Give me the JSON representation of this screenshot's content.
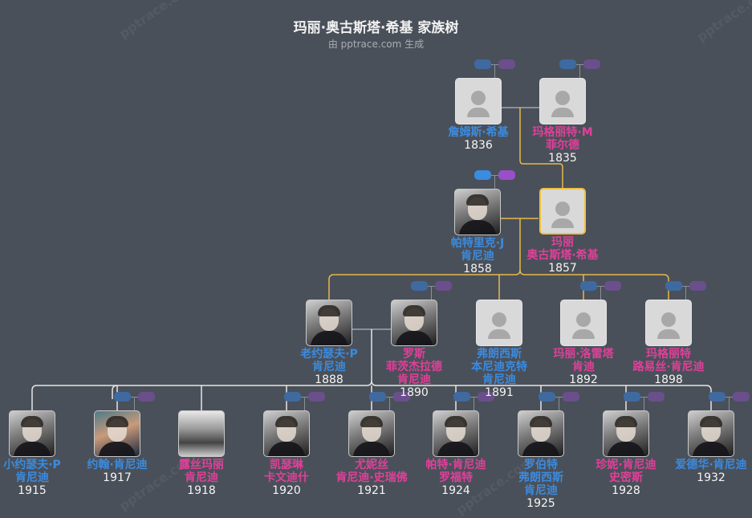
{
  "header": {
    "title": "玛丽·奥古斯塔·希基 家族树",
    "subtitle": "由 pptrace.com 生成"
  },
  "watermark": "pptrace.com",
  "colors": {
    "background": "#4a5059",
    "male": "#3b8be0",
    "female": "#e0409a",
    "highlight_border": "#f0c040",
    "line_gold": "#e8b84a",
    "line_gray": "#a0a5ab"
  },
  "people": {
    "james": {
      "name1": "詹姆斯·希基",
      "name2": "",
      "year": "1836",
      "gender": "m",
      "photo": "placeholder"
    },
    "margaret_m": {
      "name1": "玛格丽特·M",
      "name2": "菲尔德",
      "year": "1835",
      "gender": "f",
      "photo": "placeholder"
    },
    "patrick": {
      "name1": "帕特里克·J",
      "name2": "肯尼迪",
      "year": "1858",
      "gender": "m",
      "photo": "portrait"
    },
    "mary": {
      "name1": "玛丽",
      "name2": "奥古斯塔·希基",
      "year": "1857",
      "gender": "f",
      "photo": "placeholder",
      "focus": true
    },
    "joseph_sr": {
      "name1": "老约瑟夫·P",
      "name2": "肯尼迪",
      "year": "1888",
      "gender": "m",
      "photo": "portrait"
    },
    "rose": {
      "name1": "罗斯",
      "name2": "菲茨杰拉德",
      "name3": "肯尼迪",
      "year": "1890",
      "gender": "f",
      "photo": "portrait"
    },
    "francis": {
      "name1": "弗朗西斯",
      "name2": "本尼迪克特",
      "name3": "肯尼迪",
      "year": "1891",
      "gender": "m",
      "photo": "placeholder"
    },
    "mary_loretta": {
      "name1": "玛丽·洛雷塔",
      "name2": "肯迪",
      "year": "1892",
      "gender": "f",
      "photo": "placeholder"
    },
    "margaret_louise": {
      "name1": "玛格丽特",
      "name2": "路易丝·肯尼迪",
      "year": "1898",
      "gender": "f",
      "photo": "placeholder"
    },
    "joseph_jr": {
      "name1": "小约瑟夫·P",
      "name2": "肯尼迪",
      "year": "1915",
      "gender": "m",
      "photo": "portrait"
    },
    "john": {
      "name1": "约翰·肯尼迪",
      "name2": "",
      "year": "1917",
      "gender": "m",
      "photo": "portrait-color"
    },
    "rosemary": {
      "name1": "露丝玛丽",
      "name2": "肯尼迪",
      "year": "1918",
      "gender": "f",
      "photo": "group"
    },
    "kathleen": {
      "name1": "凯瑟琳",
      "name2": "卡文迪什",
      "year": "1920",
      "gender": "f",
      "photo": "portrait"
    },
    "eunice": {
      "name1": "尤妮丝",
      "name2": "肯尼迪·史瑞佛",
      "year": "1921",
      "gender": "f",
      "photo": "portrait"
    },
    "patricia": {
      "name1": "帕特·肯尼迪",
      "name2": "罗福特",
      "year": "1924",
      "gender": "f",
      "photo": "portrait"
    },
    "robert": {
      "name1": "罗伯特",
      "name2": "弗朗西斯",
      "name3": "肯尼迪",
      "year": "1925",
      "gender": "m",
      "photo": "portrait"
    },
    "jean": {
      "name1": "珍妮·肯尼迪",
      "name2": "史密斯",
      "year": "1928",
      "gender": "f",
      "photo": "portrait"
    },
    "edward": {
      "name1": "爱德华·肯尼迪",
      "name2": "",
      "year": "1932",
      "gender": "m",
      "photo": "portrait"
    }
  },
  "generations": [
    [
      "james",
      "margaret_m"
    ],
    [
      "patrick",
      "mary"
    ],
    [
      "joseph_sr",
      "rose",
      "francis",
      "mary_loretta",
      "margaret_louise"
    ],
    [
      "joseph_jr",
      "john",
      "rosemary",
      "kathleen",
      "eunice",
      "patricia",
      "robert",
      "jean",
      "edward"
    ]
  ]
}
